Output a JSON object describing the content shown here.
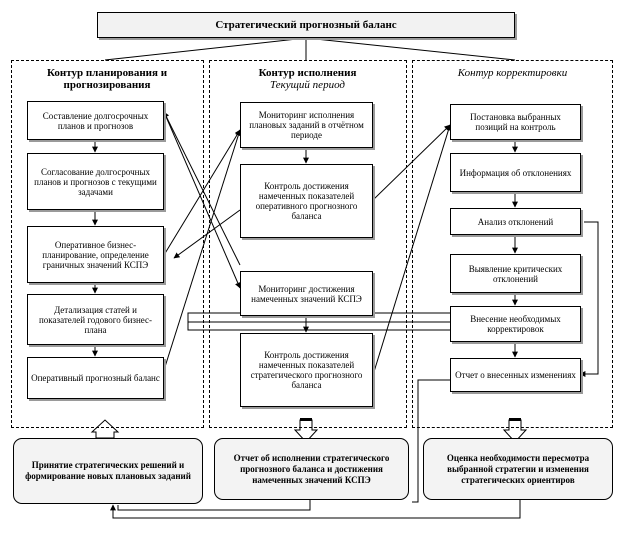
{
  "title": "Стратегический прогнозный баланс",
  "contours": {
    "planning": "Контур планирования и прогнозирования",
    "execution": "Контур исполнения",
    "execution_sub": "Текущий период",
    "correction": "Контур корректировки"
  },
  "planning_boxes": [
    "Составление долгосрочных планов и прогнозов",
    "Согласование долгосрочных планов и прогнозов с текущими задачами",
    "Оперативное бизнес-планирование, определение граничных значений КСПЭ",
    "Детализация статей и показателей годового бизнес-плана",
    "Оперативный прогнозный баланс"
  ],
  "execution_boxes": [
    "Мониторинг исполнения плановых заданий в отчётном периоде",
    "Контроль достижения намеченных показателей оперативного прогнозного баланса",
    "Мониторинг достижения намеченных значений КСПЭ",
    "Контроль достижения намеченных показателей стратегического прогнозного баланса"
  ],
  "correction_boxes": [
    "Постановка выбранных позиций на контроль",
    "Информация об отклонениях",
    "Анализ отклонений",
    "Выявление критических отклонений",
    "Внесение необходимых корректировок",
    "Отчет о внесенных изменениях"
  ],
  "bottom": {
    "left": "Принятие стратегических решений и формирование новых плановых заданий",
    "middle": "Отчет об исполнении стратегического прогнозного баланса и достижения намеченных значений КСПЭ",
    "right": "Оценка необходимости пересмотра выбранной стратегии и изменения стратегических ориентиров"
  }
}
